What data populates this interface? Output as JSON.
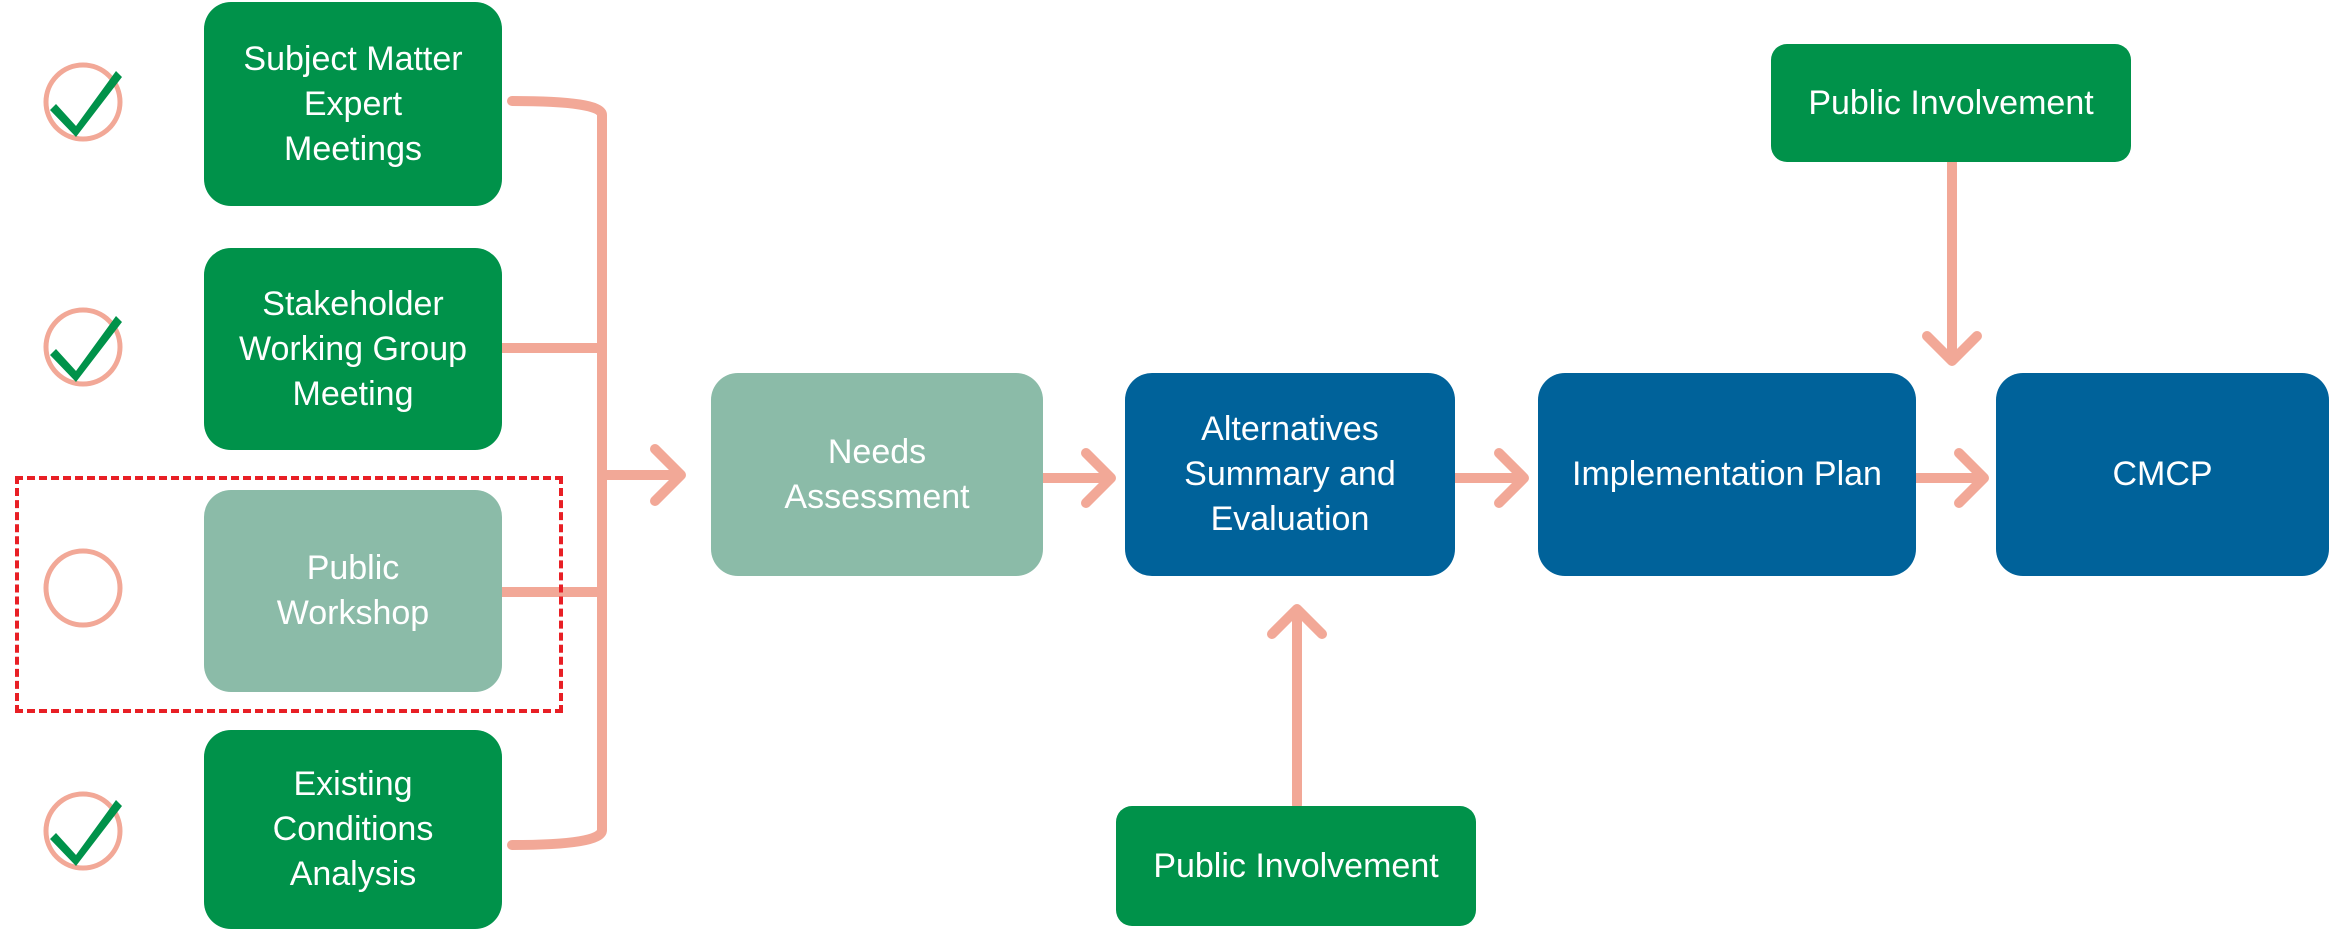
{
  "inputs": [
    {
      "label": "Subject Matter\nExpert\nMeetings",
      "status": "complete"
    },
    {
      "label": "Stakeholder\nWorking Group\nMeeting",
      "status": "complete"
    },
    {
      "label": "Public\nWorkshop",
      "status": "pending"
    },
    {
      "label": "Existing\nConditions\nAnalysis",
      "status": "complete"
    }
  ],
  "process": [
    {
      "label": "Needs\nAssessment"
    },
    {
      "label": "Alternatives\nSummary and\nEvaluation"
    },
    {
      "label": "Implementation Plan"
    },
    {
      "label": "CMCP"
    }
  ],
  "public_involvement": {
    "top": "Public Involvement",
    "bottom": "Public Involvement"
  },
  "colors": {
    "complete_box": "#00924a",
    "pending_box": "#8bbba8",
    "process_box": "#00629a",
    "connector": "#f2a897",
    "check": "#00924a",
    "highlight_border": "#e81f25"
  }
}
